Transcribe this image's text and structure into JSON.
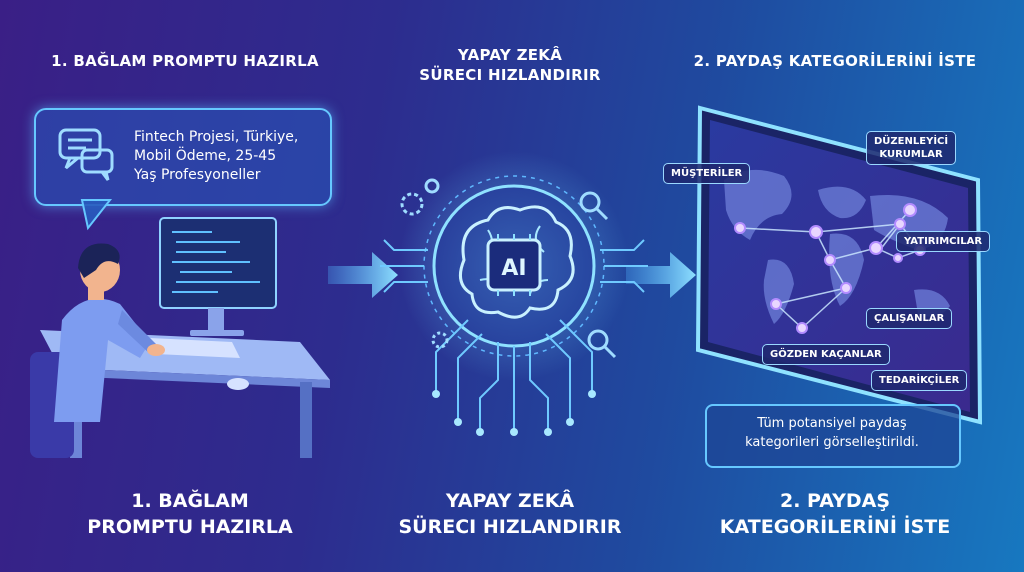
{
  "header": {
    "step1": "1. BAĞLAM PROMPTU HAZIRLA",
    "step_ai_line1": "YAPAY ZEKÂ",
    "step_ai_line2": "SÜRECI HIZLANDIRIR",
    "step2": "2. PAYDAŞ KATEGORİLERİNİ İSTE"
  },
  "prompt_bubble": {
    "line1": "Fintech Projesi, Türkiye,",
    "line2": "Mobil Ödeme, 25-45",
    "line3": "Yaş Profesyoneller"
  },
  "ai_chip": "AI",
  "map_tags": {
    "musteriler": "MÜŞTERİLER",
    "duzenleyici_1": "DÜZENLEYİCİ",
    "duzenleyici_2": "KURUMLAR",
    "yatirimcilar": "YATIRIMCILAR",
    "calisanlar": "ÇALIŞANLAR",
    "gozden": "GÖZDEN KAÇANLAR",
    "tedarikciler": "TEDARİKÇİLER"
  },
  "note": {
    "line1": "Tüm potansiyel paydaş",
    "line2": "kategorileri görselleştirildi."
  },
  "footer": {
    "step1_line1": "1. BAĞLAM",
    "step1_line2": "PROMPTU HAZIRLA",
    "ai_line1": "YAPAY ZEKÂ",
    "ai_line2": "SÜRECI HIZLANDIRIR",
    "step2_line1": "2. PAYDAŞ",
    "step2_line2": "KATEGORİLERİNİ İSTE"
  },
  "colors": {
    "accent": "#66c8ff",
    "bg_left": "#3a1f86",
    "bg_right": "#1778c0"
  }
}
